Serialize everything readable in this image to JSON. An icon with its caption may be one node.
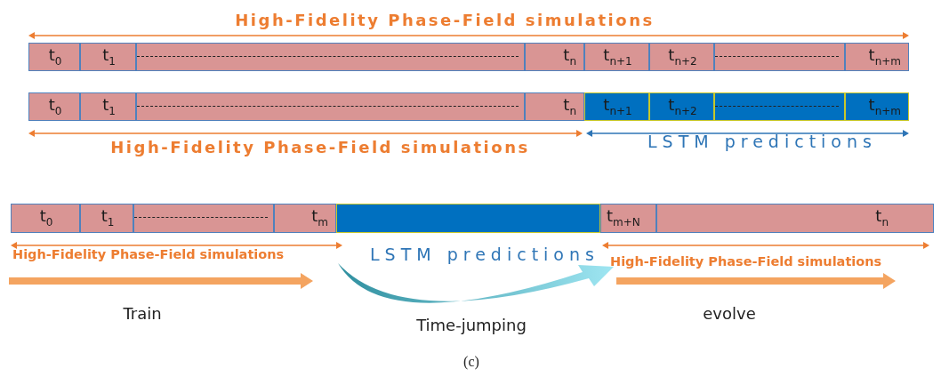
{
  "diagram": {
    "caption": "(c)",
    "nodes": [
      {
        "text": [
          "t$_{0}$"
        ]
      },
      {
        "text": [
          "t$_{1}$"
        ]
      },
      {
        "text": [],
        "shape": "box"
      },
      {
        "text": [
          "t$_{n}$"
        ]
      },
      {
        "text": [
          "t$_{n+1}$"
        ]
      },
      {
        "text": [
          "t$_{n+2}$"
        ]
      },
      {
        "text": [],
        "shape": "box"
      },
      {
        "text": [
          "t$_{n+m}$"
        ]
      },
      {
        "text": [
          "t$_{0}$"
        ]
      },
      {
        "text": [
          "t$_{1}$"
        ]
      },
      {
        "text": [],
        "shape": "box"
      },
      {
        "text": [
          "t$_{n}$"
        ]
      },
      {
        "text": [
          "t$_{n+1}$"
        ]
      },
      {
        "text": [
          "t$_{n+2}$"
        ]
      },
      {
        "text": [],
        "shape": "box"
      },
      {
        "text": [
          "t$_{n+m}$"
        ]
      },
      {
        "text": [
          "t$_{0}$"
        ]
      },
      {
        "text": [
          "t$_{1}$"
        ]
      },
      {
        "text": [],
        "shape": "box"
      },
      {
        "text": [
          "t$_{m}$"
        ]
      },
      {
        "text": [],
        "shape": "box"
      },
      {
        "text": [
          "t$_{m+N}$"
        ]
      },
      {
        "text": [
          "t$_{n}$"
        ]
      }
    ],
    "labels": [
      "High-Fidelity Phase-Field simulations",
      "High-Fidelity Phase-Field simulations",
      "LSTM predictions",
      "High-Fidelity Phase-Field simulations",
      "LSTM predictions",
      "High-Fidelity Phase-Field simulations",
      "Train",
      "Time-jumping",
      "evolve"
    ]
  }
}
